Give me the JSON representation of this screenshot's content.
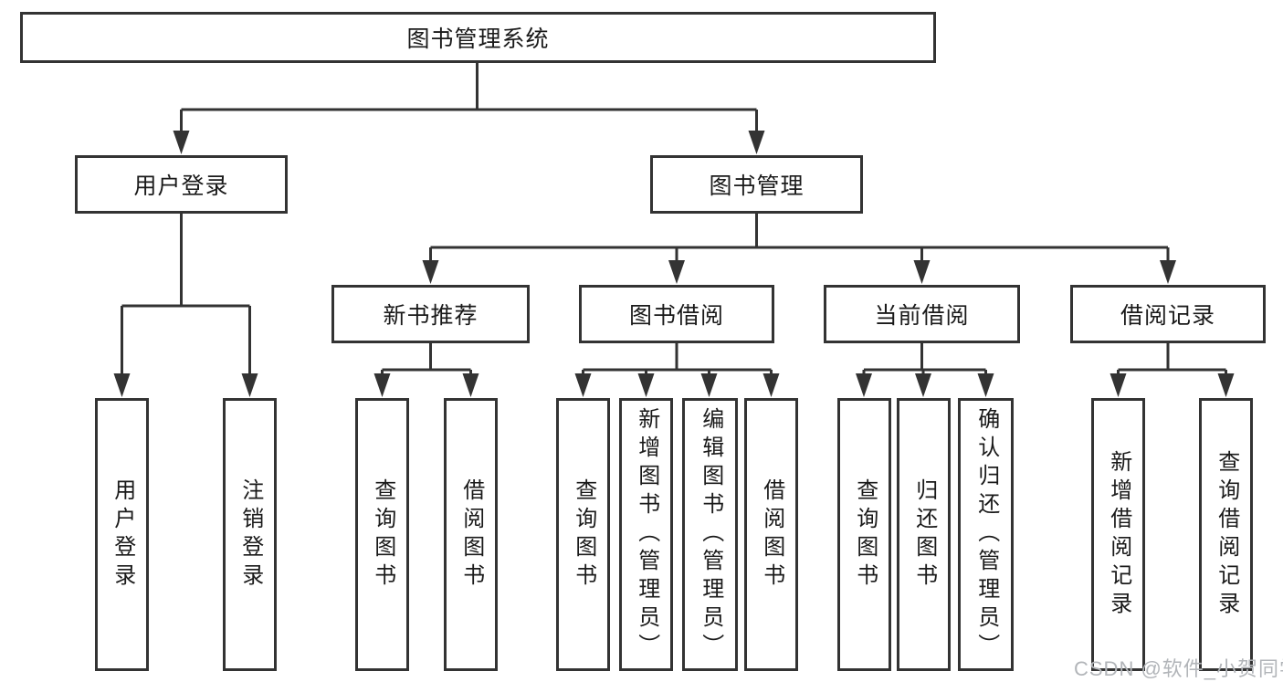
{
  "tree": {
    "root_label": "图书管理系统",
    "branches": [
      {
        "label": "用户登录",
        "leaves": [
          "用户登录",
          "注销登录"
        ]
      },
      {
        "label": "图书管理",
        "groups": [
          {
            "label": "新书推荐",
            "leaves": [
              "查询图书",
              "借阅图书"
            ]
          },
          {
            "label": "图书借阅",
            "leaves": [
              "查询图书",
              "新增图书（管理员）",
              "编辑图书（管理员）",
              "借阅图书"
            ]
          },
          {
            "label": "当前借阅",
            "leaves": [
              "查询图书",
              "归还图书",
              "确认归还（管理员）"
            ]
          },
          {
            "label": "借阅记录",
            "leaves": [
              "新增借阅记录",
              "查询借阅记录"
            ]
          }
        ]
      }
    ]
  },
  "colors": {
    "line": "#333333",
    "box_border": "#333333",
    "text": "#1a1a1a",
    "watermark": "#b2b5b9",
    "background": "#ffffff"
  },
  "watermark": {
    "text": "CSDN @软件_小贺同学"
  }
}
